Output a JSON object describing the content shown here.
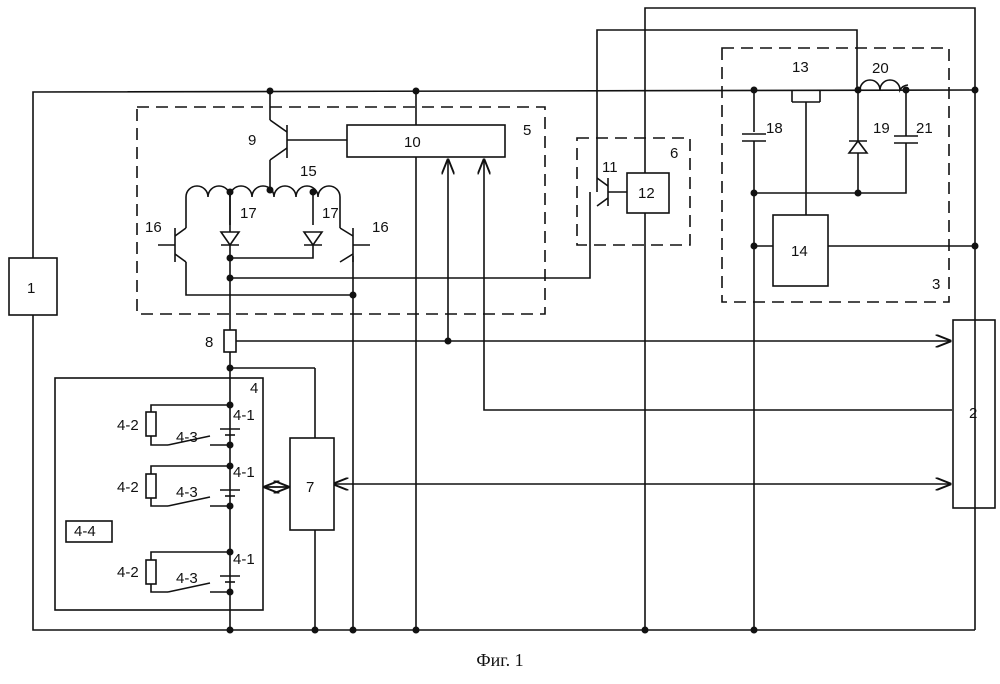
{
  "labels": {
    "b1": "1",
    "b2": "2",
    "b3": "3",
    "b4": "4",
    "b5": "5",
    "b6": "6",
    "b7": "7",
    "b8": "8",
    "b9": "9",
    "b10": "10",
    "b11": "11",
    "b12": "12",
    "b13": "13",
    "b14": "14",
    "b15": "15",
    "b16": "16",
    "b17": "17",
    "b18": "18",
    "b19": "19",
    "b20": "20",
    "b21": "21",
    "c41": "4-1",
    "c42": "4-2",
    "c43": "4-3",
    "c44": "4-4"
  },
  "caption": "Фиг. 1"
}
